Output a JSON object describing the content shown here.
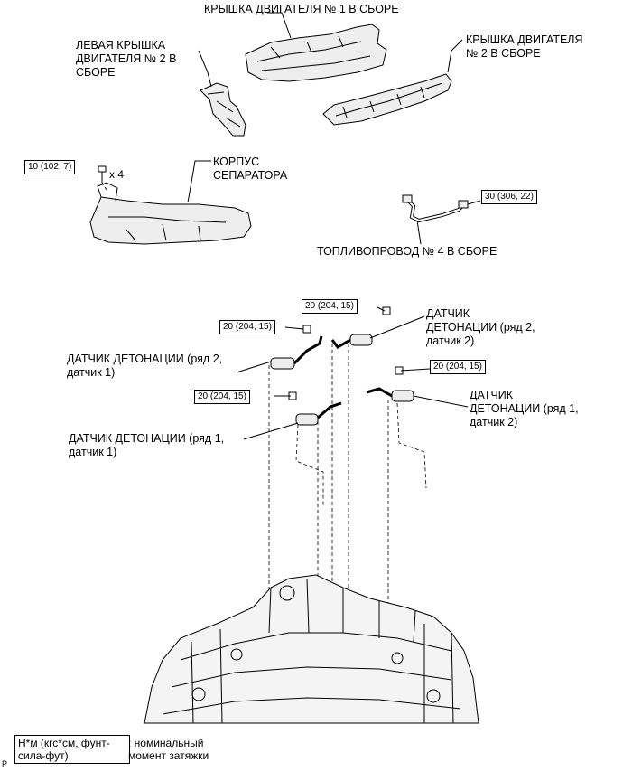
{
  "labels": {
    "engine_cover_1": "КРЫШКА ДВИГАТЕЛЯ № 1 В СБОРЕ",
    "left_engine_cover_2": "ЛЕВАЯ КРЫШКА\nДВИГАТЕЛЯ № 2 В\nСБОРЕ",
    "engine_cover_2": "КРЫШКА ДВИГАТЕЛЯ\n№ 2 В СБОРЕ",
    "separator_housing": "КОРПУС\nСЕПАРАТОРА",
    "fuel_pipe_4": "ТОПЛИВОПРОВОД № 4 В СБОРЕ",
    "knock_bank2_sensor1": "ДАТЧИК ДЕТОНАЦИИ (ряд 2,\nдатчик 1)",
    "knock_bank2_sensor2": "ДАТЧИК\nДЕТОНАЦИИ (ряд 2,\nдатчик 2)",
    "knock_bank1_sensor1": "ДАТЧИК ДЕТОНАЦИИ (ряд 1,\nдатчик 1)",
    "knock_bank1_sensor2": "ДАТЧИК\nДЕТОНАЦИИ (ряд 1,\nдатчик 2)"
  },
  "torques": {
    "separator_bolt": "10 (102, 7)",
    "separator_bolt_qty": "x 4",
    "fuel_pipe": "30 (306, 22)",
    "knock_b2s2": "20 (204, 15)",
    "knock_b2s1": "20 (204, 15)",
    "knock_b1s2": "20 (204, 15)",
    "knock_b1s1": "20 (204, 15)"
  },
  "legend": {
    "unit": "Н*м (кгс*см, фунт-\nсила-фут)",
    "description": ": номинальный\nмомент затяжки"
  },
  "corner_mark": "P"
}
